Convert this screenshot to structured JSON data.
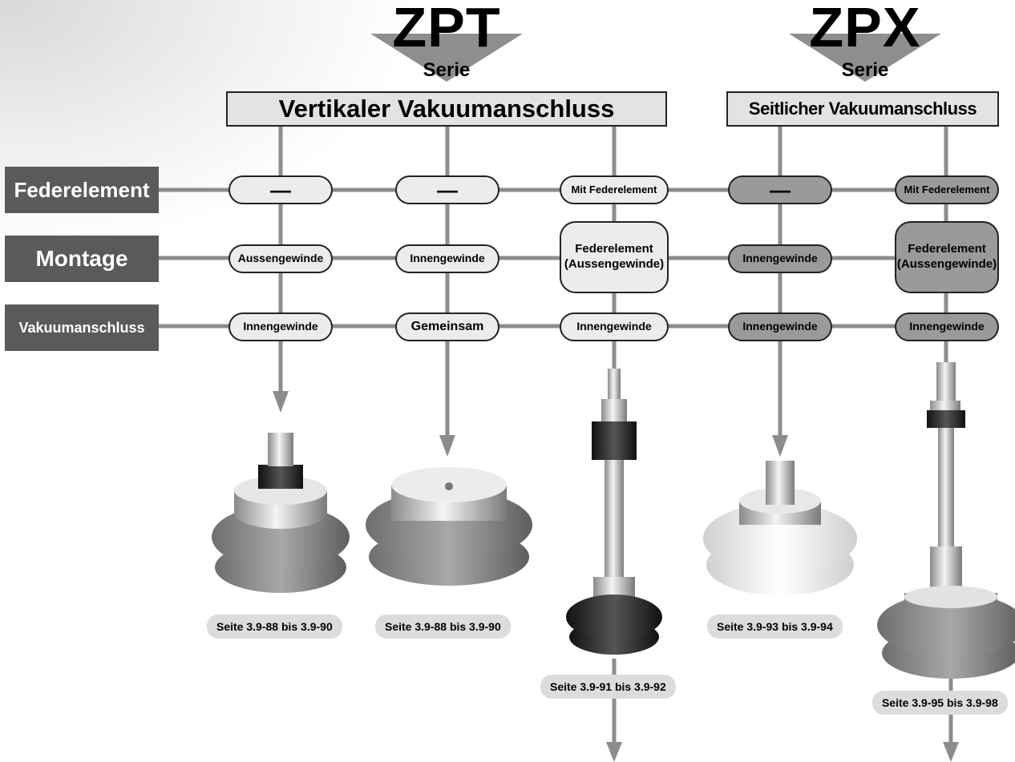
{
  "series": [
    {
      "code": "ZPT",
      "word": "Serie",
      "header": "Vertikaler Vakuumanschluss"
    },
    {
      "code": "ZPX",
      "word": "Serie",
      "header": "Seitlicher Vakuumanschluss"
    }
  ],
  "rows": {
    "federelement": "Federelement",
    "montage": "Montage",
    "vakuumanschluss": "Vakuumanschluss"
  },
  "columns": [
    {
      "federelement": "—",
      "montage": "Aussengewinde",
      "vakuumanschluss": "Innengewinde",
      "page": "Seite 3.9-88 bis 3.9-90"
    },
    {
      "federelement": "—",
      "montage": "Innengewinde",
      "vakuumanschluss": "Gemeinsam",
      "page": "Seite 3.9-88 bis 3.9-90"
    },
    {
      "federelement": "Mit Federelement",
      "montage_line1": "Federelement",
      "montage_line2": "(Aussengewinde)",
      "vakuumanschluss": "Innengewinde",
      "page": "Seite 3.9-91 bis 3.9-92"
    },
    {
      "federelement": "—",
      "montage": "Innengewinde",
      "vakuumanschluss": "Innengewinde",
      "page": "Seite 3.9-93 bis 3.9-94"
    },
    {
      "federelement": "Mit Federelement",
      "montage_line1": "Federelement",
      "montage_line2": "(Aussengewinde)",
      "vakuumanschluss": "Innengewinde",
      "page": "Seite 3.9-95 bis 3.9-98"
    }
  ],
  "colors": {
    "line": "#8c8c8c",
    "row_label_bg": "#5a5a5a",
    "pill_light": "#ececec",
    "pill_dark": "#9a9a9a",
    "header_box": "#e3e3e3",
    "page_ref_bg": "#dcdcdc"
  }
}
